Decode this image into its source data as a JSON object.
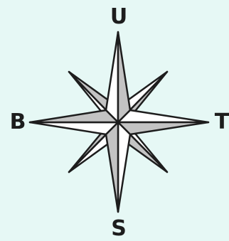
{
  "compass": {
    "north_label": "U",
    "south_label": "S",
    "west_label": "B",
    "east_label": "T"
  },
  "colors": {
    "background": "#e6f8f5",
    "star_light": "#ffffff",
    "star_shaded": "#c3c3c3",
    "outline": "#1d1d1d"
  }
}
